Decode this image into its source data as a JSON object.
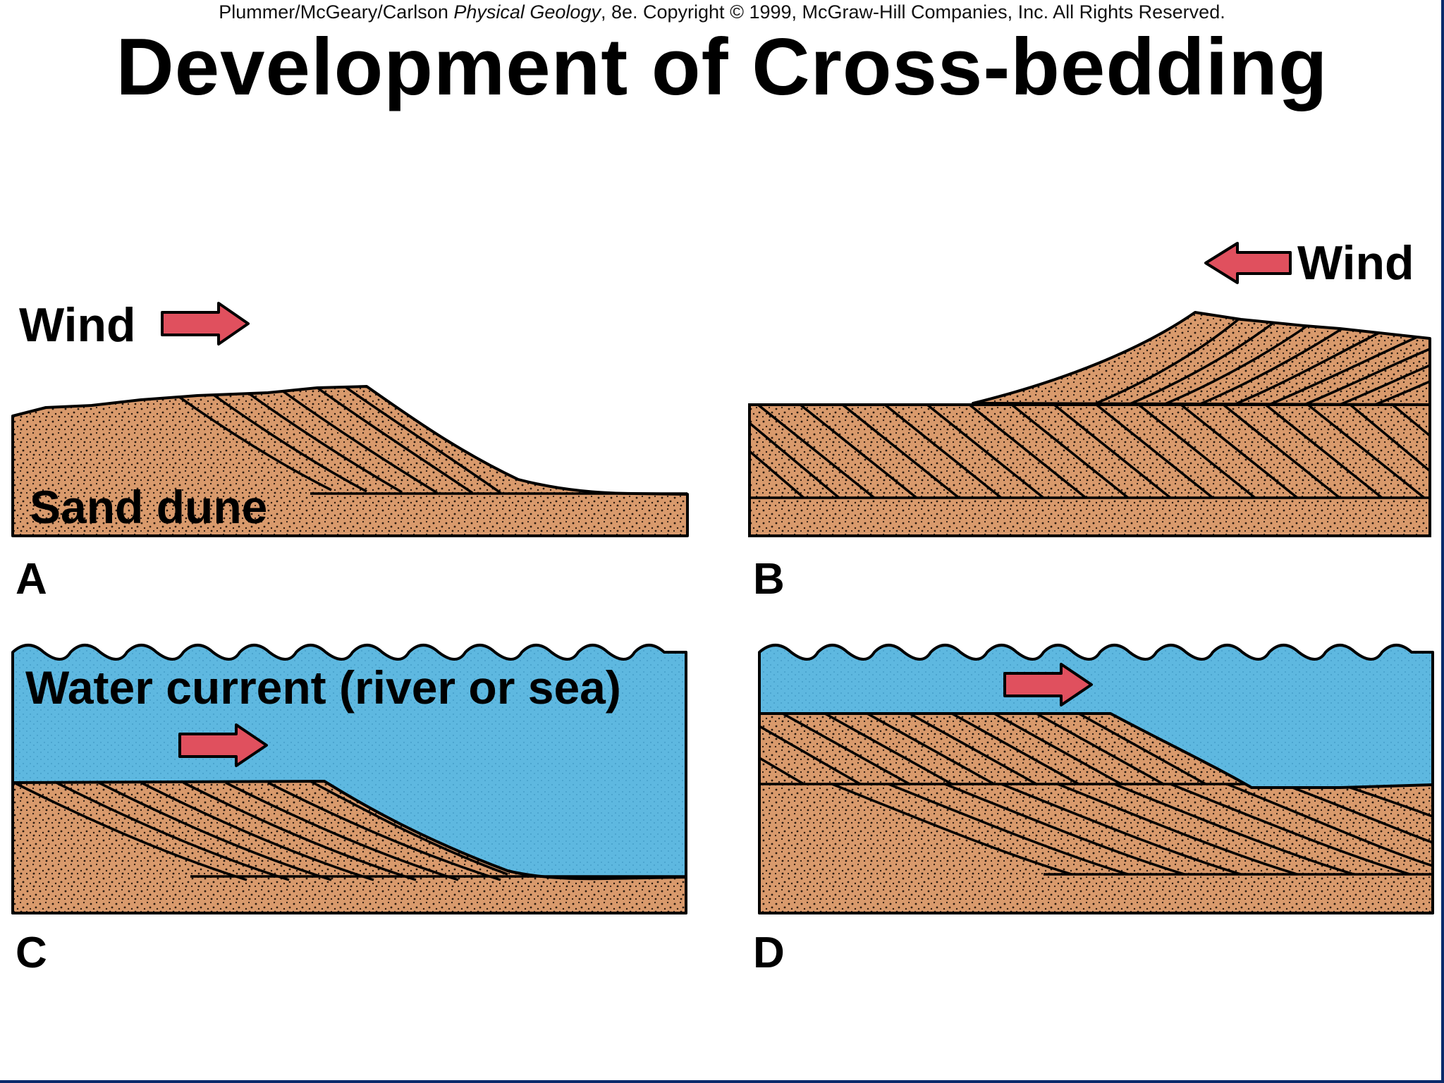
{
  "credit": {
    "authors": "Plummer/McGeary/Carlson",
    "book": "Physical Geology",
    "rest": ", 8e.  Copyright © 1999, McGraw-Hill Companies, Inc. All Rights Reserved."
  },
  "title": "Development of Cross-bedding",
  "panels": {
    "a": {
      "letter": "A",
      "wind_label": "Wind",
      "caption": "Sand dune"
    },
    "b": {
      "letter": "B",
      "wind_label": "Wind"
    },
    "c": {
      "letter": "C",
      "caption": "Water current (river or sea)"
    },
    "d": {
      "letter": "D"
    }
  },
  "colors": {
    "sand": "#d99a6c",
    "water": "#5eb8e0",
    "arrow": "#e0505e",
    "outline": "#000000",
    "frame": "#0b2a6b"
  }
}
